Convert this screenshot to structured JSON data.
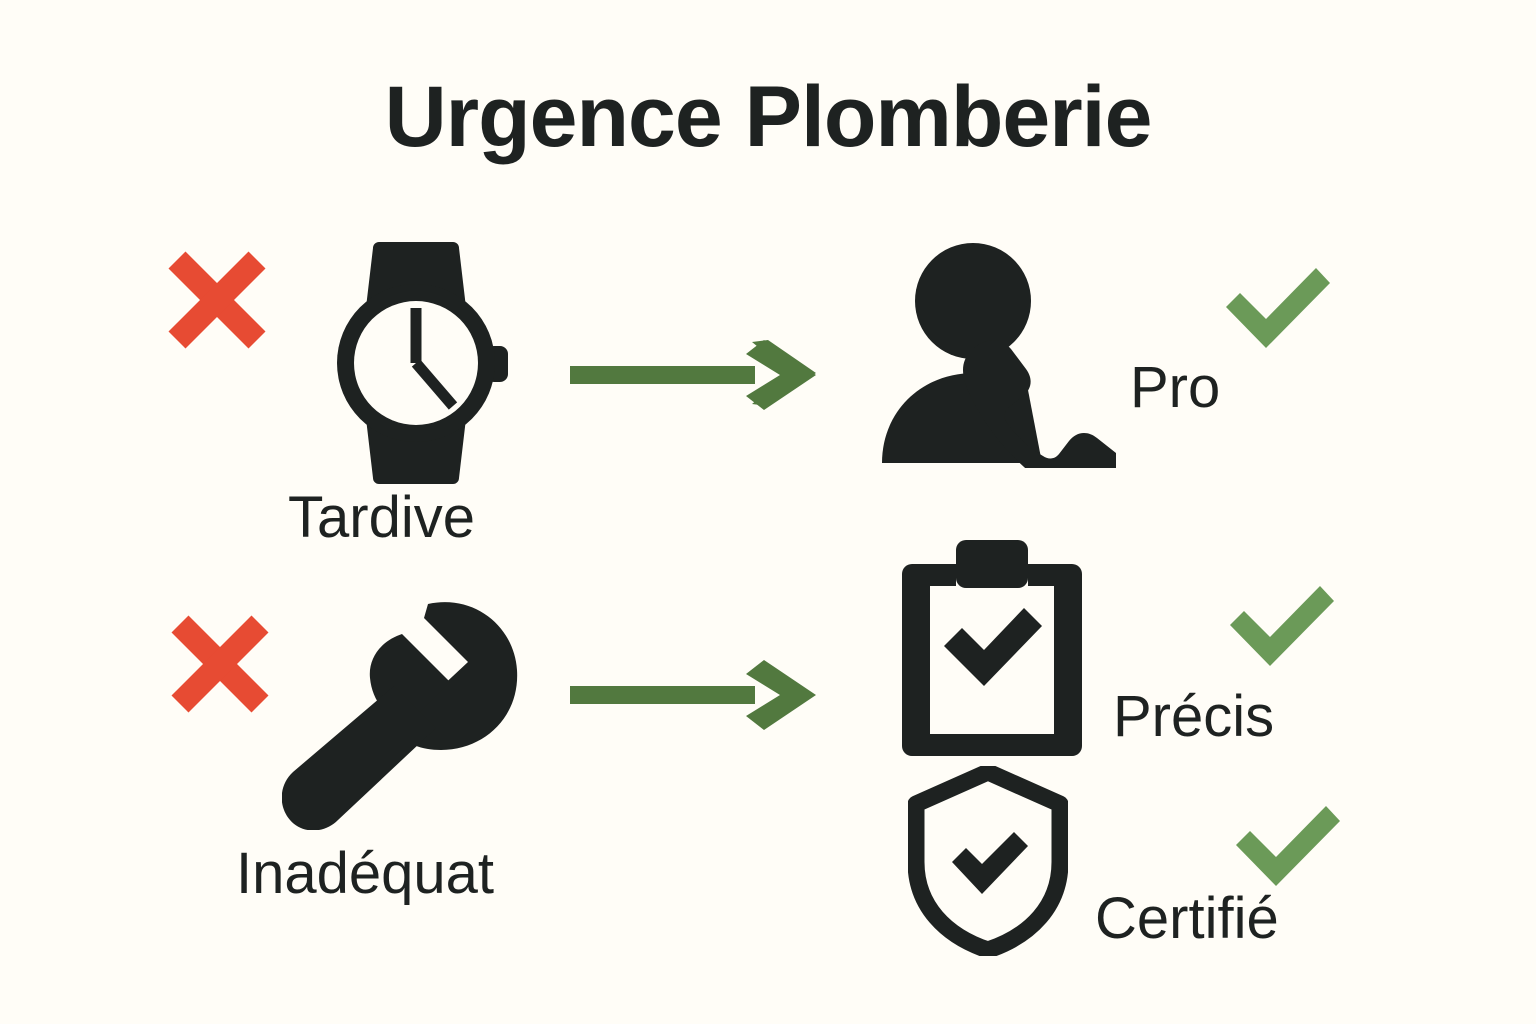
{
  "page": {
    "background_color": "#FFFDF7",
    "dark_color": "#1E2221",
    "red_color": "#E74B33",
    "green_color": "#6B9A58",
    "arrow_green_color": "#52793F"
  },
  "header": {
    "title": "Urgence Plomberie"
  },
  "comparison": {
    "rows": [
      {
        "problem": {
          "marker": "red-x",
          "icon": "watch-icon",
          "label": "Tardive"
        },
        "connector": "arrow-right-icon",
        "solution": {
          "icon": "person-phone-icon",
          "label": "Pro",
          "marker": "green-check"
        }
      },
      {
        "problem": {
          "marker": "red-x",
          "icon": "wrench-icon",
          "label": "Inadéquat"
        },
        "connector": "arrow-right-icon",
        "solution": {
          "icon": "clipboard-check-icon",
          "label": "Précis",
          "marker": "green-check"
        }
      }
    ],
    "extra_solution": {
      "icon": "shield-check-icon",
      "label": "Certifié",
      "marker": "green-check"
    }
  }
}
